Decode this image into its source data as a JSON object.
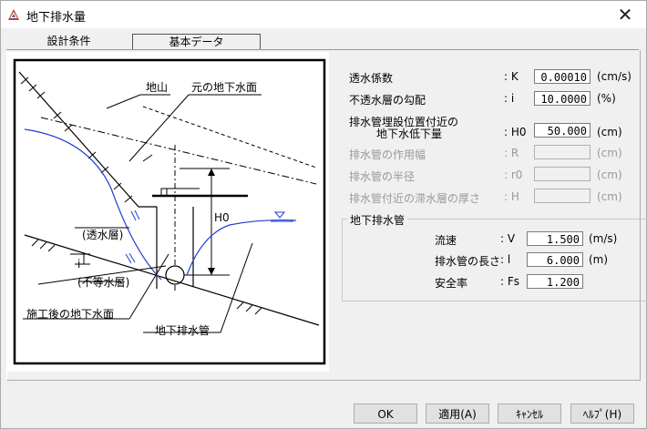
{
  "window": {
    "title": "地下排水量"
  },
  "tabs": [
    {
      "label": "設計条件"
    },
    {
      "label": "基本データ"
    }
  ],
  "diagram": {
    "labels": {
      "ground": "地山",
      "original_groundwater": "元の地下水面",
      "pervious_layer": "(透水層)",
      "impervious_layer": "(不等水層)",
      "gradient": "i",
      "h0": "H0",
      "post_construction_groundwater": "施工後の地下水面",
      "drain_pipe": "地下排水管"
    }
  },
  "params": [
    {
      "label": "透水係数",
      "symbol": ": K",
      "value": "0.00010",
      "unit": "(cm/s)",
      "enabled": true
    },
    {
      "label": "不透水層の勾配",
      "symbol": ": i",
      "value": "10.0000",
      "unit": "(%)",
      "enabled": true
    },
    {
      "label": "排水管埋設位置付近の",
      "label2": "地下水低下量",
      "symbol": ": H0",
      "value": "50.000",
      "unit": "(cm)",
      "enabled": true
    },
    {
      "label": "排水管の作用幅",
      "symbol": ": R",
      "value": "",
      "unit": "(cm)",
      "enabled": false
    },
    {
      "label": "排水管の半径",
      "symbol": ": r0",
      "value": "",
      "unit": "(cm)",
      "enabled": false
    },
    {
      "label": "排水管付近の滞水層の厚さ",
      "symbol": ": H",
      "value": "",
      "unit": "(cm)",
      "enabled": false
    }
  ],
  "drain_group": {
    "title": "地下排水管",
    "rows": [
      {
        "label": "流速",
        "symbol": ": V",
        "value": "1.500",
        "unit": "(m/s)"
      },
      {
        "label": "排水管の長さ",
        "symbol": ": l",
        "value": "6.000",
        "unit": "(m)"
      },
      {
        "label": "安全率",
        "symbol": ": Fs",
        "value": "1.200",
        "unit": ""
      }
    ]
  },
  "buttons": {
    "ok": "OK",
    "apply": "適用(A)",
    "cancel": "ｷｬﾝｾﾙ",
    "help": "ﾍﾙﾌﾟ(H)"
  }
}
